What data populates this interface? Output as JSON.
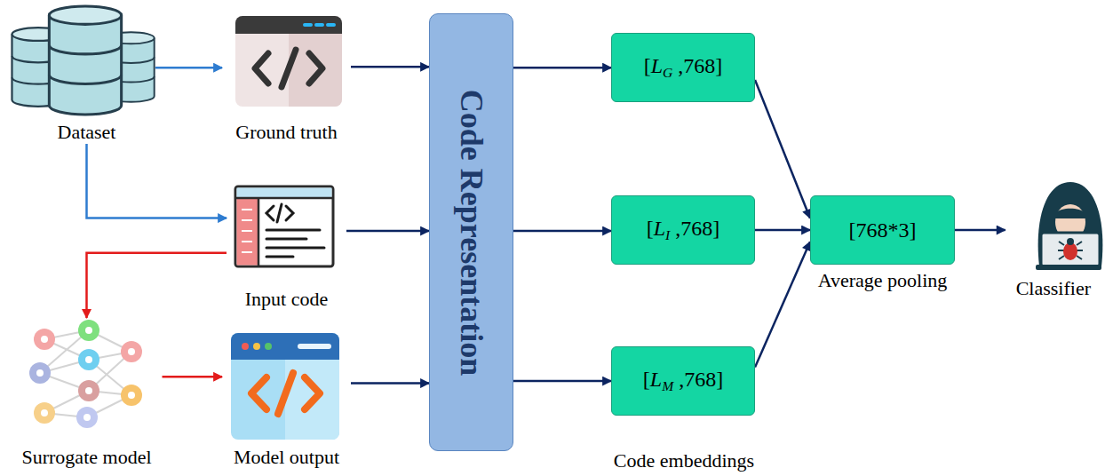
{
  "diagram": {
    "nodes": [
      {
        "text": [
          "Dataset"
        ]
      },
      {
        "text": [
          "Ground truth"
        ]
      },
      {
        "text": [
          "Input code"
        ]
      },
      {
        "text": [
          "Surrogate model"
        ]
      },
      {
        "text": [
          "Model output"
        ]
      },
      {
        "text": [
          "Code Representation"
        ]
      },
      {
        "text": [
          "[LG ,768]"
        ]
      },
      {
        "text": [
          "[LI ,768]"
        ]
      },
      {
        "text": [
          "[LM ,768]"
        ]
      },
      {
        "text": [
          "[768*3]",
          "Average pooling"
        ]
      },
      {
        "text": [
          "Classifier"
        ]
      }
    ],
    "edges": [
      {
        "from": 0,
        "to": 1,
        "arrow": "to"
      },
      {
        "from": 0,
        "to": 2,
        "arrow": "to"
      },
      {
        "from": 2,
        "to": 3,
        "arrow": "to"
      },
      {
        "from": 3,
        "to": 4,
        "arrow": "to"
      },
      {
        "from": 1,
        "to": 5,
        "arrow": "to"
      },
      {
        "from": 2,
        "to": 5,
        "arrow": "to"
      },
      {
        "from": 4,
        "to": 5,
        "arrow": "to"
      },
      {
        "from": 5,
        "to": 6,
        "arrow": "to"
      },
      {
        "from": 5,
        "to": 7,
        "arrow": "to"
      },
      {
        "from": 5,
        "to": 8,
        "arrow": "to"
      },
      {
        "from": 6,
        "to": 9,
        "arrow": "to"
      },
      {
        "from": 7,
        "to": 9,
        "arrow": "to"
      },
      {
        "from": 8,
        "to": 9,
        "arrow": "to"
      },
      {
        "from": 9,
        "to": 10,
        "arrow": "to"
      }
    ],
    "labels": [
      "Code embeddings"
    ]
  }
}
